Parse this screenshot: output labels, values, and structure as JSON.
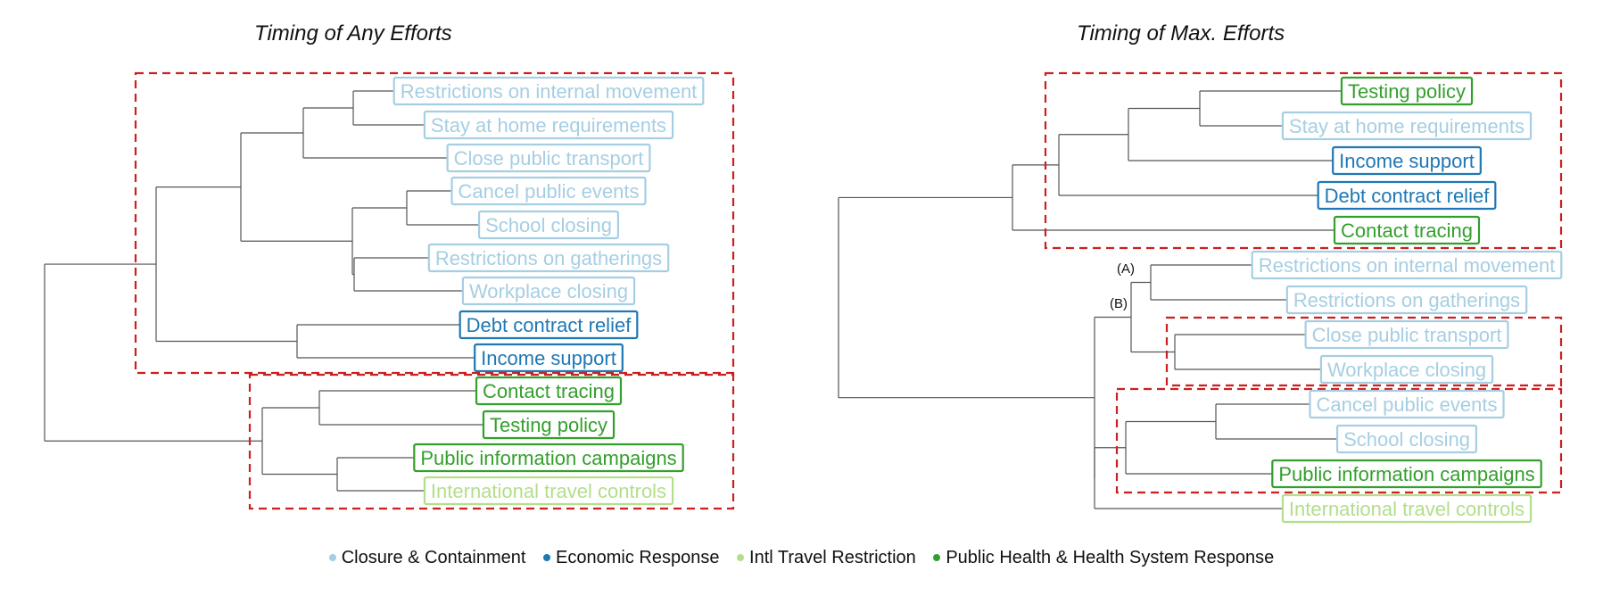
{
  "colors": {
    "closure": "#a6cee3",
    "economic": "#1f78b4",
    "travel": "#b2df8a",
    "health": "#33a02c",
    "tree": "#555555",
    "box": "#cc1f1f"
  },
  "panels": [
    {
      "title": "Timing of Any Efforts",
      "leaves": [
        {
          "label": "Restrictions on internal movement",
          "category": "closure"
        },
        {
          "label": "Stay at home requirements",
          "category": "closure"
        },
        {
          "label": "Close public transport",
          "category": "closure"
        },
        {
          "label": "Cancel public events",
          "category": "closure"
        },
        {
          "label": "School closing",
          "category": "closure"
        },
        {
          "label": "Restrictions on gatherings",
          "category": "closure"
        },
        {
          "label": "Workplace closing",
          "category": "closure"
        },
        {
          "label": "Debt contract relief",
          "category": "economic"
        },
        {
          "label": "Income support",
          "category": "economic"
        },
        {
          "label": "Contact tracing",
          "category": "health"
        },
        {
          "label": "Testing policy",
          "category": "health"
        },
        {
          "label": "Public information campaigns",
          "category": "health"
        },
        {
          "label": "International travel controls",
          "category": "travel"
        }
      ],
      "node_labels": []
    },
    {
      "title": "Timing of Max. Efforts",
      "leaves": [
        {
          "label": "Testing policy",
          "category": "health"
        },
        {
          "label": "Stay at home requirements",
          "category": "closure"
        },
        {
          "label": "Income support",
          "category": "economic"
        },
        {
          "label": "Debt contract relief",
          "category": "economic"
        },
        {
          "label": "Contact tracing",
          "category": "health"
        },
        {
          "label": "Restrictions on internal movement",
          "category": "closure"
        },
        {
          "label": "Restrictions on gatherings",
          "category": "closure"
        },
        {
          "label": "Close public transport",
          "category": "closure"
        },
        {
          "label": "Workplace closing",
          "category": "closure"
        },
        {
          "label": "Cancel public events",
          "category": "closure"
        },
        {
          "label": "School closing",
          "category": "closure"
        },
        {
          "label": "Public information campaigns",
          "category": "health"
        },
        {
          "label": "International travel controls",
          "category": "travel"
        }
      ],
      "node_labels": [
        "(A)",
        "(B)"
      ]
    }
  ],
  "legend": [
    {
      "label": "Closure & Containment",
      "category": "closure"
    },
    {
      "label": "Economic Response",
      "category": "economic"
    },
    {
      "label": "Intl Travel Restriction",
      "category": "travel"
    },
    {
      "label": "Public Health & Health System Response",
      "category": "health"
    }
  ]
}
